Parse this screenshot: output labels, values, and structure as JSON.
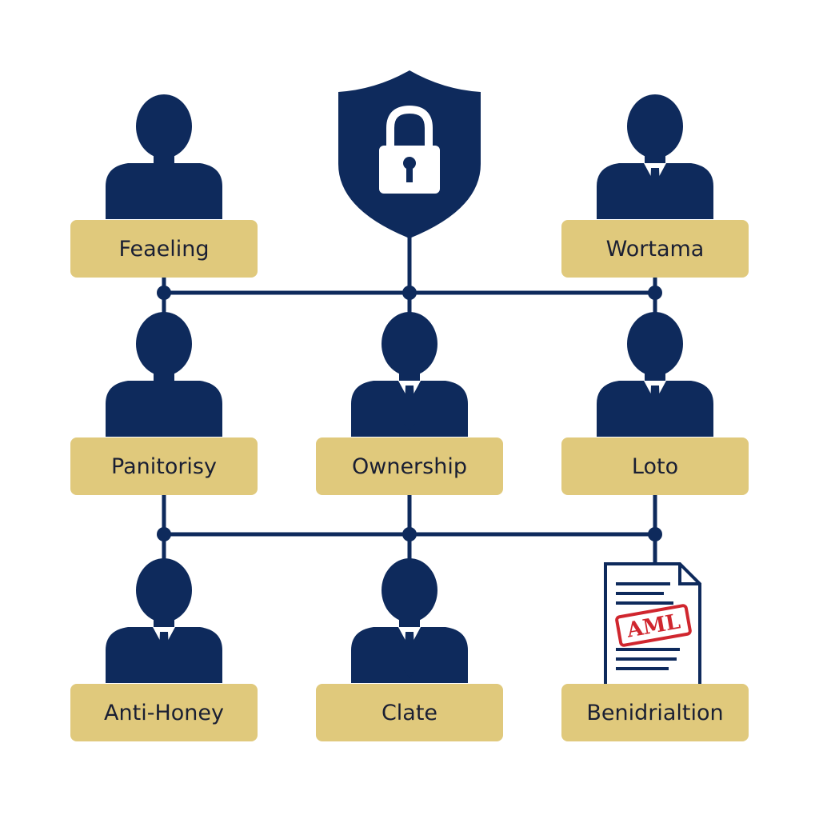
{
  "colors": {
    "navy": "#0e2a5c",
    "gold": "#e0c97c",
    "text": "#1a1f33",
    "stamp_red": "#d0262e",
    "background": "#ffffff"
  },
  "top_icon": "shield-lock-icon",
  "document_icon": {
    "icon": "document-icon",
    "stamp_text": "AML"
  },
  "nodes": {
    "feaeling": {
      "label": "Feaeling",
      "icon": "person-silhouette-icon"
    },
    "wortama": {
      "label": "Wortama",
      "icon": "businessman-icon"
    },
    "panitorisy": {
      "label": "Panitorisy",
      "icon": "person-silhouette-icon"
    },
    "ownership": {
      "label": "Ownership",
      "icon": "businessman-icon"
    },
    "loto": {
      "label": "Loto",
      "icon": "businessman-icon"
    },
    "antihoney": {
      "label": "Anti-Honey",
      "icon": "businessman-icon"
    },
    "clate": {
      "label": "Clate",
      "icon": "businessman-icon"
    },
    "benidrialtion": {
      "label": "Benidrialtion",
      "icon": "document-icon"
    }
  }
}
